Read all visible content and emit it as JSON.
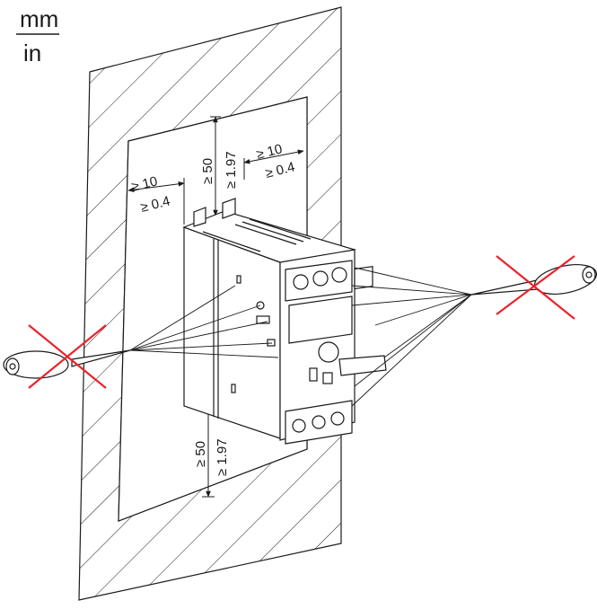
{
  "units": {
    "primary": "mm",
    "secondary": "in"
  },
  "dimensions": {
    "top_clearance": {
      "mm": "≥ 50",
      "in": "≥ 1.97"
    },
    "bottom_clearance": {
      "mm": "≥ 50",
      "in": "≥ 1.97"
    },
    "left_clearance": {
      "mm": "≥ 10",
      "in": "≥ 0.4"
    },
    "right_clearance": {
      "mm": "≥ 10",
      "in": "≥ 0.4"
    }
  },
  "colors": {
    "line": "#1a1a1a",
    "cross": "#e8242c",
    "device": "#ffffff"
  },
  "icons": [
    "screwdriver-icon",
    "prohibited-cross-icon"
  ]
}
